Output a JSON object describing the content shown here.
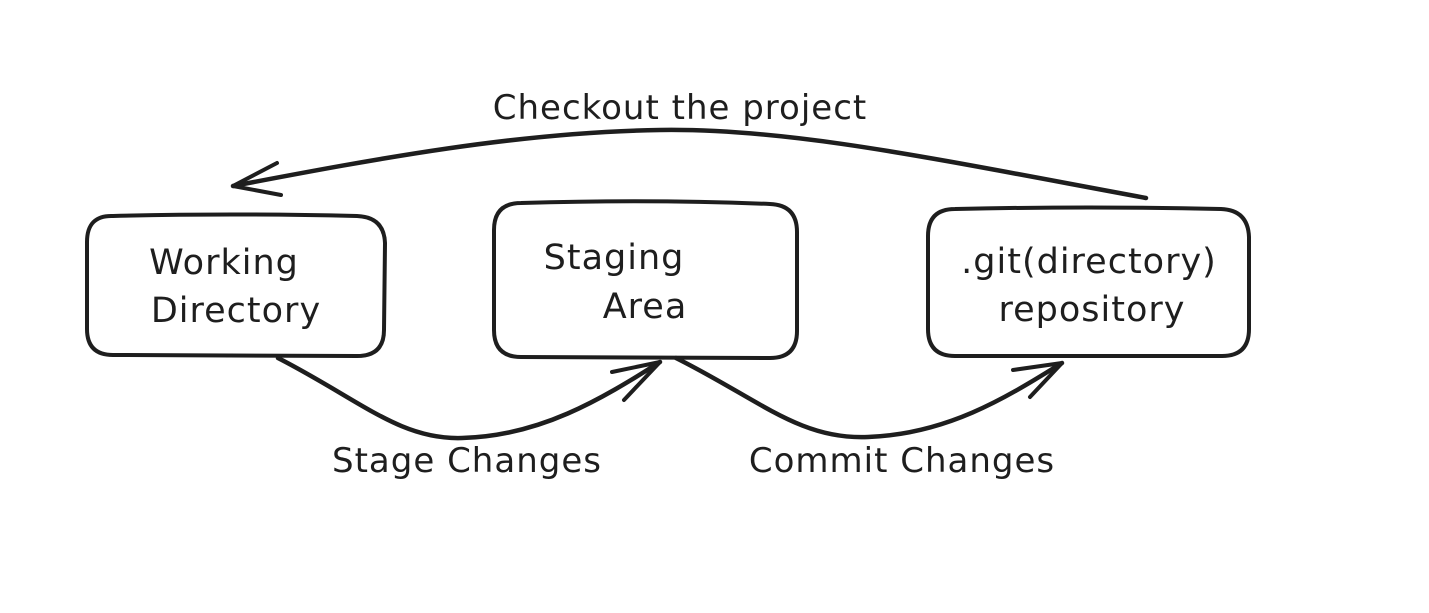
{
  "nodes": {
    "working_directory": {
      "line1": "Working",
      "line2": "Directory"
    },
    "staging_area": {
      "line1": "Staging",
      "line2": "Area"
    },
    "git_repository": {
      "line1": ".git(directory)",
      "line2": "repository"
    }
  },
  "edges": {
    "checkout": {
      "label": "Checkout the project"
    },
    "stage": {
      "label": "Stage Changes"
    },
    "commit": {
      "label": "Commit Changes"
    }
  },
  "colors": {
    "ink": "#1e1e1e",
    "background": "#ffffff"
  }
}
